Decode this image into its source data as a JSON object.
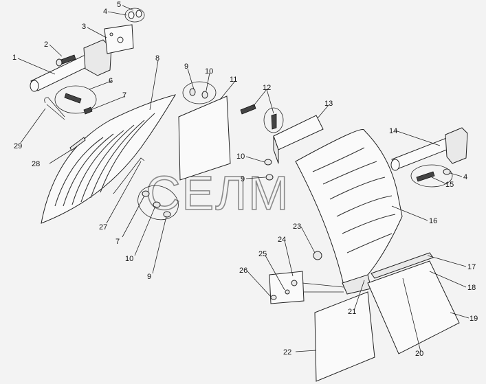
{
  "watermark": "СЕЛМ",
  "callouts": [
    {
      "id": "c1",
      "text": "1"
    },
    {
      "id": "c2",
      "text": "2"
    },
    {
      "id": "c3",
      "text": "3"
    },
    {
      "id": "c4a",
      "text": "4"
    },
    {
      "id": "c5",
      "text": "5"
    },
    {
      "id": "c6",
      "text": "6"
    },
    {
      "id": "c7a",
      "text": "7"
    },
    {
      "id": "c8",
      "text": "8"
    },
    {
      "id": "c9a",
      "text": "9"
    },
    {
      "id": "c10a",
      "text": "10"
    },
    {
      "id": "c11",
      "text": "11"
    },
    {
      "id": "c12",
      "text": "12"
    },
    {
      "id": "c13",
      "text": "13"
    },
    {
      "id": "c10b",
      "text": "10"
    },
    {
      "id": "c9b",
      "text": "9"
    },
    {
      "id": "c14",
      "text": "14"
    },
    {
      "id": "c4b",
      "text": "4"
    },
    {
      "id": "c15",
      "text": "15"
    },
    {
      "id": "c16",
      "text": "16"
    },
    {
      "id": "c17",
      "text": "17"
    },
    {
      "id": "c18",
      "text": "18"
    },
    {
      "id": "c19",
      "text": "19"
    },
    {
      "id": "c20",
      "text": "20"
    },
    {
      "id": "c21",
      "text": "21"
    },
    {
      "id": "c22",
      "text": "22"
    },
    {
      "id": "c23",
      "text": "23"
    },
    {
      "id": "c24",
      "text": "24"
    },
    {
      "id": "c25",
      "text": "25"
    },
    {
      "id": "c26",
      "text": "26"
    },
    {
      "id": "c27",
      "text": "27"
    },
    {
      "id": "c28",
      "text": "28"
    },
    {
      "id": "c29",
      "text": "29"
    },
    {
      "id": "c7b",
      "text": "7"
    },
    {
      "id": "c10c",
      "text": "10"
    },
    {
      "id": "c9c",
      "text": "9"
    }
  ]
}
